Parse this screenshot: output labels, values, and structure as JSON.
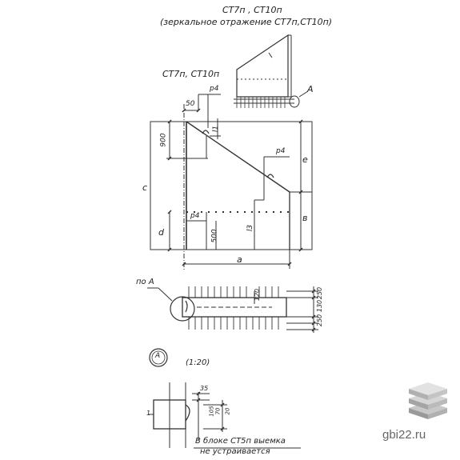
{
  "header": {
    "title_line1": "СТ7п , СТ10п",
    "title_line2": "(зеркальное отражение СТ7п,СТ10п)"
  },
  "main_view": {
    "label": "СТ7п, СТ10п",
    "dim_50": "50",
    "dim_900": "900",
    "dim_500": "500",
    "dim_c": "c",
    "dim_d": "d",
    "dim_a": "a",
    "dim_e": "e",
    "dim_b": "в",
    "dim_p4_top": "р4",
    "dim_p4_mid": "р4",
    "dim_p4_low": "р4",
    "dim_l1": "l1",
    "dim_l3": "l3"
  },
  "callout": {
    "label_A": "А",
    "ref_label": "по А"
  },
  "section_view": {
    "dim_250_top": "250",
    "dim_130": "130",
    "dim_250_bot": "250",
    "dim_120": "120"
  },
  "detail_view": {
    "marker": "А",
    "scale": "(1:20)",
    "dim_35": "35",
    "dim_105": "105",
    "dim_70": "70",
    "dim_20": "20",
    "dim_1": "1",
    "note_line1": "В блоке СТ5п выемка",
    "note_line2": "не устраивается"
  },
  "branding": {
    "site": "gbi22.ru",
    "logo_icon": "stacked-blocks-icon"
  }
}
